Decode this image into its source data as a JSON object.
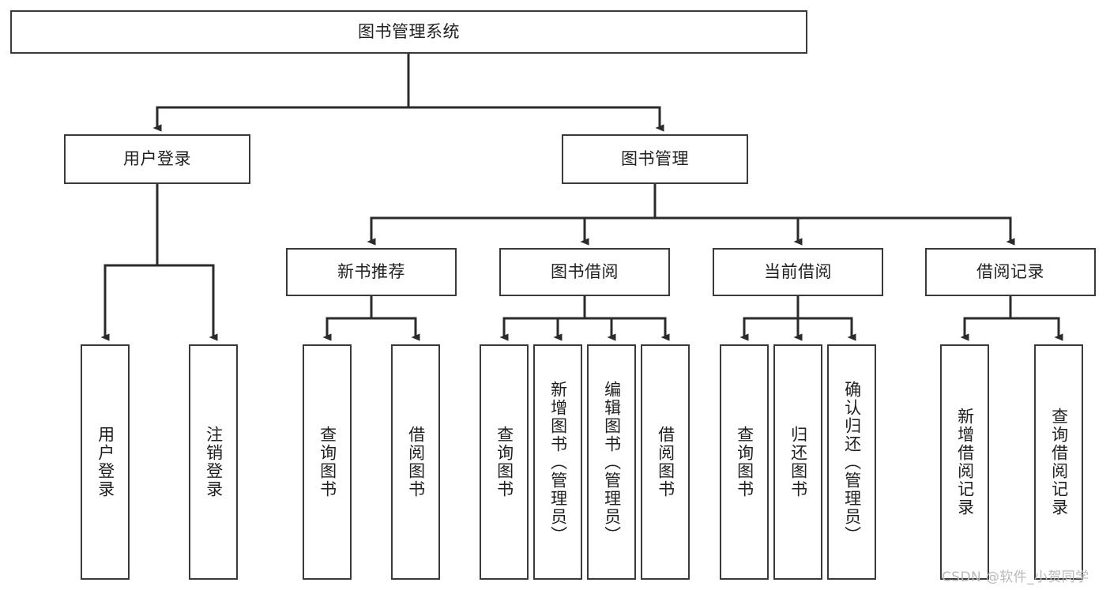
{
  "diagram": {
    "type": "tree-hierarchy",
    "title": "图书管理系统",
    "colors": {
      "box_border": "#3a3a3a",
      "box_fill": "#ffffff",
      "connector": "#2b2b2b",
      "text": "#1f1f1f",
      "watermark": "#b9b9b9",
      "background": "#ffffff"
    },
    "root": {
      "label": "图书管理系统"
    },
    "level2": [
      {
        "label": "用户登录"
      },
      {
        "label": "图书管理"
      }
    ],
    "level3": [
      {
        "label": "新书推荐"
      },
      {
        "label": "图书借阅"
      },
      {
        "label": "当前借阅"
      },
      {
        "label": "借阅记录"
      }
    ],
    "leaves": {
      "user_login": [
        {
          "label": "用户登录"
        },
        {
          "label": "注销登录"
        }
      ],
      "new_book_recommend": [
        {
          "label": "查询图书"
        },
        {
          "label": "借阅图书"
        }
      ],
      "book_borrow": [
        {
          "label": "查询图书"
        },
        {
          "label": "新增图书（管理员）"
        },
        {
          "label": "编辑图书（管理员）"
        },
        {
          "label": "借阅图书"
        }
      ],
      "current_borrow": [
        {
          "label": "查询图书"
        },
        {
          "label": "归还图书"
        },
        {
          "label": "确认归还（管理员）"
        }
      ],
      "borrow_record": [
        {
          "label": "新增借阅记录"
        },
        {
          "label": "查询借阅记录"
        }
      ]
    },
    "watermark": "CSDN @软件_小贺同学"
  }
}
